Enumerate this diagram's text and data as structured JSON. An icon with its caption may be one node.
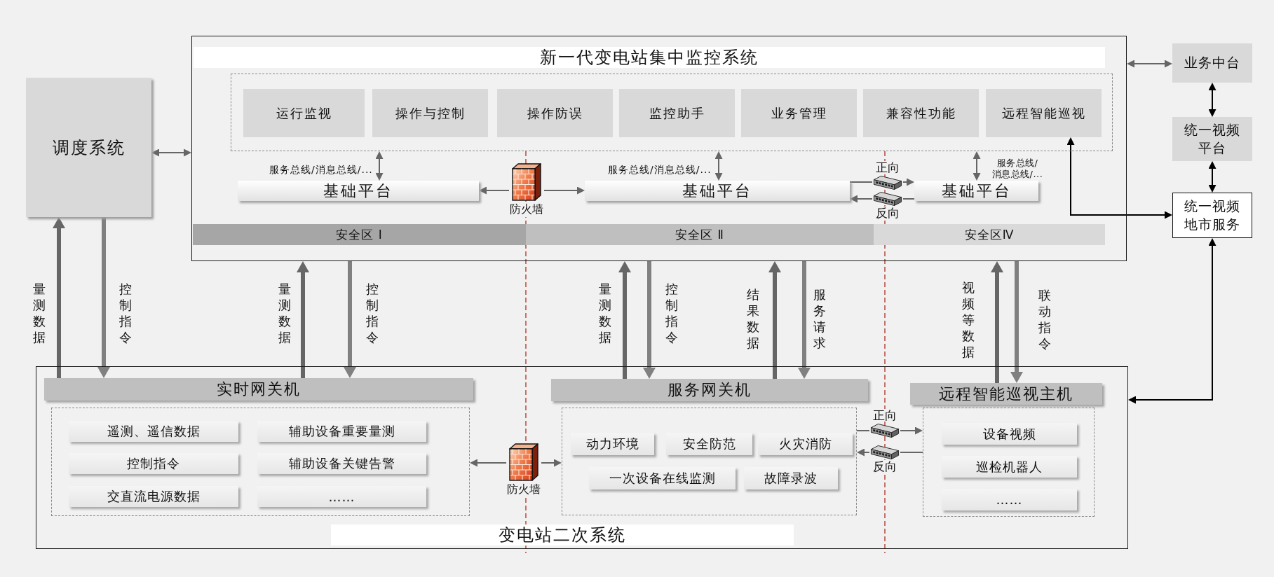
{
  "diagram": {
    "nodes": [
      {
        "text": [
          "调度系统"
        ]
      },
      {
        "text": [
          "新一代变电站集中监控系统"
        ]
      },
      {
        "text": [],
        "shape": "box",
        "in": 1
      },
      {
        "text": [
          "运行监视"
        ],
        "in": 2
      },
      {
        "text": [
          "操作与控制"
        ],
        "in": 2
      },
      {
        "text": [
          "操作防误"
        ],
        "in": 2
      },
      {
        "text": [
          "监控助手"
        ],
        "in": 2
      },
      {
        "text": [
          "业务管理"
        ],
        "in": 2
      },
      {
        "text": [
          "兼容性功能"
        ],
        "in": 2
      },
      {
        "text": [
          "远程智能巡视"
        ],
        "in": 2
      },
      {
        "text": [
          "基础平台"
        ],
        "in": 1
      },
      {
        "text": [
          "基础平台"
        ],
        "in": 1
      },
      {
        "text": [
          "基础平台"
        ],
        "in": 1
      },
      {
        "text": [
          "防火墙"
        ],
        "in": 1
      },
      {
        "text": [
          "正向"
        ],
        "in": 1
      },
      {
        "text": [
          "反向"
        ],
        "in": 1
      },
      {
        "text": [
          "安全区 Ⅰ"
        ],
        "in": 1
      },
      {
        "text": [
          "安全区 Ⅱ"
        ],
        "in": 1
      },
      {
        "text": [
          "安全区Ⅳ"
        ],
        "in": 1
      },
      {
        "text": [
          "业务中台"
        ]
      },
      {
        "text": [
          "统一视频平台"
        ]
      },
      {
        "text": [
          "统一视频地市服务"
        ]
      },
      {
        "text": [
          "变电站二次系统"
        ]
      },
      {
        "text": [
          "实时网关机"
        ],
        "in": 22
      },
      {
        "text": [],
        "shape": "box",
        "in": 22
      },
      {
        "text": [
          "遥测、遥信数据"
        ],
        "in": 24
      },
      {
        "text": [
          "辅助设备重要量测"
        ],
        "in": 24
      },
      {
        "text": [
          "控制指令"
        ],
        "in": 24
      },
      {
        "text": [
          "辅助设备关键告警"
        ],
        "in": 24
      },
      {
        "text": [
          "交直流电源数据"
        ],
        "in": 24
      },
      {
        "text": [
          "……"
        ],
        "in": 24
      },
      {
        "text": [
          "防火墙"
        ],
        "in": 22
      },
      {
        "text": [
          "服务网关机"
        ],
        "in": 22
      },
      {
        "text": [],
        "shape": "box",
        "in": 22
      },
      {
        "text": [
          "动力环境"
        ],
        "in": 33
      },
      {
        "text": [
          "安全防范"
        ],
        "in": 33
      },
      {
        "text": [
          "火灾消防"
        ],
        "in": 33
      },
      {
        "text": [
          "一次设备在线监测"
        ],
        "in": 33
      },
      {
        "text": [
          "故障录波"
        ],
        "in": 33
      },
      {
        "text": [
          "正向"
        ],
        "in": 22
      },
      {
        "text": [
          "反向"
        ],
        "in": 22
      },
      {
        "text": [
          "远程智能巡视主机"
        ],
        "in": 22
      },
      {
        "text": [],
        "shape": "box",
        "in": 22
      },
      {
        "text": [
          "设备视频"
        ],
        "in": 42
      },
      {
        "text": [
          "巡检机器人"
        ],
        "in": 42
      },
      {
        "text": [
          "……"
        ],
        "in": 42
      }
    ],
    "edges": [
      {
        "from": 0,
        "to": 1,
        "arrow": "both"
      },
      {
        "from": 1,
        "to": 19,
        "arrow": "both"
      },
      {
        "from": 19,
        "to": 20,
        "arrow": "both",
        "color": "#000000"
      },
      {
        "from": 20,
        "to": 21,
        "arrow": "both",
        "color": "#000000"
      },
      {
        "from": 9,
        "to": 21,
        "arrow": "both",
        "color": "#000000"
      },
      {
        "from": 21,
        "to": 22,
        "arrow": "both",
        "color": "#000000"
      },
      {
        "from": 2,
        "to": 10,
        "arrow": "both",
        "label": "服务总线/消息总线/..."
      },
      {
        "from": 2,
        "to": 11,
        "arrow": "both",
        "label": "服务总线/消息总线/..."
      },
      {
        "from": 2,
        "to": 12,
        "arrow": "both",
        "label": "服务总线/消息总线/..."
      },
      {
        "from": 13,
        "to": 10,
        "arrow": "to"
      },
      {
        "from": 13,
        "to": 11,
        "arrow": "to"
      },
      {
        "from": 11,
        "to": 14,
        "arrow": "none"
      },
      {
        "from": 14,
        "to": 12,
        "arrow": "to"
      },
      {
        "from": 12,
        "to": 15,
        "arrow": "none"
      },
      {
        "from": 15,
        "to": 11,
        "arrow": "to"
      },
      {
        "from": 23,
        "to": 0,
        "arrow": "to",
        "label": "量测数据",
        "style": "thick"
      },
      {
        "from": 0,
        "to": 23,
        "arrow": "to",
        "label": "控制指令",
        "style": "thick",
        "color": "#808080"
      },
      {
        "from": 23,
        "to": 1,
        "arrow": "to",
        "label": "量测数据",
        "style": "thick"
      },
      {
        "from": 1,
        "to": 23,
        "arrow": "to",
        "label": "控制指令",
        "style": "thick",
        "color": "#808080"
      },
      {
        "from": 32,
        "to": 1,
        "arrow": "to",
        "label": "量测数据",
        "style": "thick"
      },
      {
        "from": 1,
        "to": 32,
        "arrow": "to",
        "label": "控制指令",
        "style": "thick",
        "color": "#808080"
      },
      {
        "from": 32,
        "to": 1,
        "arrow": "to",
        "label": "结果数据",
        "style": "thick"
      },
      {
        "from": 1,
        "to": 32,
        "arrow": "to",
        "label": "服务请求",
        "style": "thick",
        "color": "#808080"
      },
      {
        "from": 41,
        "to": 1,
        "arrow": "to",
        "label": "视频等数据",
        "style": "thick"
      },
      {
        "from": 1,
        "to": 41,
        "arrow": "to",
        "label": "联动指令",
        "style": "thick",
        "color": "#808080"
      },
      {
        "from": 31,
        "to": 24,
        "arrow": "to"
      },
      {
        "from": 31,
        "to": 33,
        "arrow": "to"
      },
      {
        "from": 33,
        "to": 39,
        "arrow": "none"
      },
      {
        "from": 39,
        "to": 42,
        "arrow": "to"
      },
      {
        "from": 42,
        "to": 40,
        "arrow": "none"
      },
      {
        "from": 40,
        "to": 33,
        "arrow": "to"
      }
    ]
  }
}
